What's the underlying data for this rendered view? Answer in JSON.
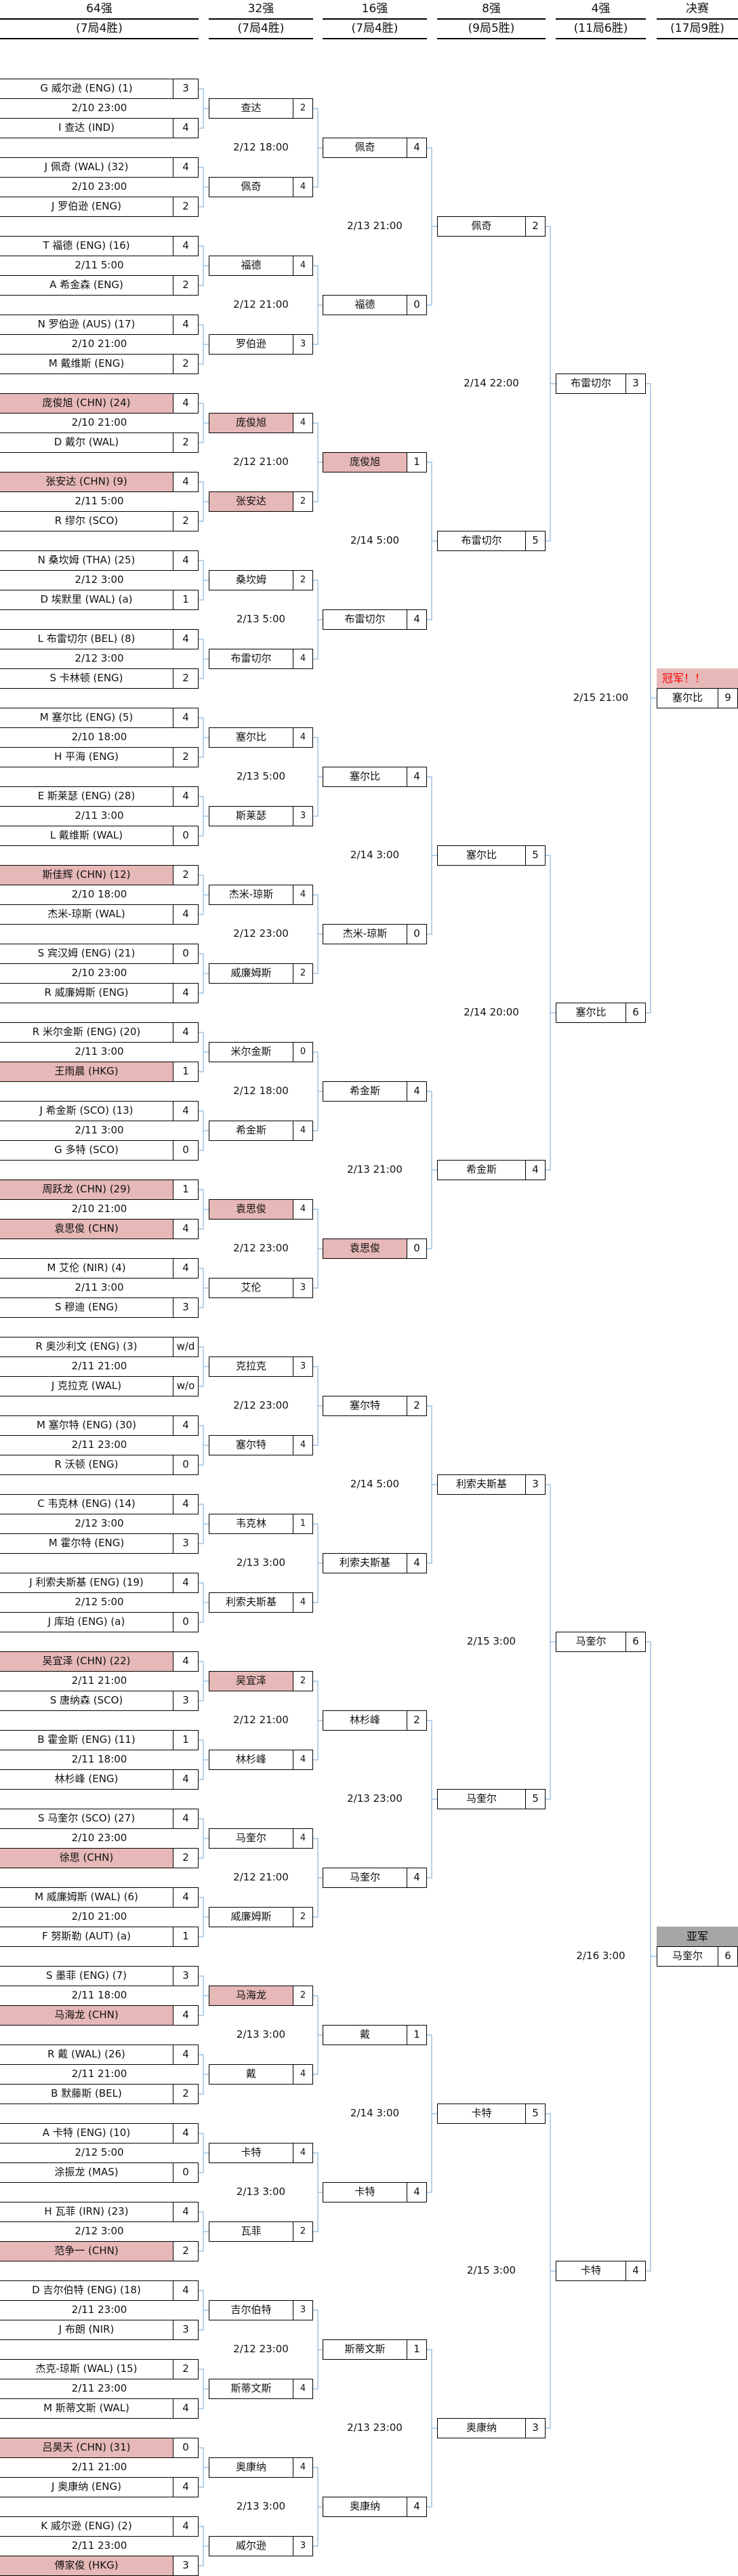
{
  "header": [
    {
      "round": "64强",
      "format": "(7局4胜)"
    },
    {
      "round": "32强",
      "format": "(7局4胜)"
    },
    {
      "round": "16强",
      "format": "(7局4胜)"
    },
    {
      "round": "8强",
      "format": "(9局5胜)"
    },
    {
      "round": "4强",
      "format": "(11局6胜)"
    },
    {
      "round": "决赛",
      "format": "(17局9胜)"
    }
  ],
  "colors": {
    "highlight": "#e6b8b7",
    "connector": "#9dc3e6",
    "champion_text": "#ff0000",
    "runner_up_bg": "#a6a6a6"
  },
  "round1": [
    {
      "p1": {
        "name": "G 威尔逊 (ENG) (1)",
        "score": "3"
      },
      "time": "2/10 23:00",
      "p2": {
        "name": "I 查达 (IND)",
        "score": "4"
      }
    },
    {
      "p1": {
        "name": "J 佩奇 (WAL) (32)",
        "score": "4"
      },
      "time": "2/10 23:00",
      "p2": {
        "name": "J 罗伯逊 (ENG)",
        "score": "2"
      }
    },
    {
      "p1": {
        "name": "T 福德 (ENG) (16)",
        "score": "4"
      },
      "time": "2/11 5:00",
      "p2": {
        "name": "A 希金森 (ENG)",
        "score": "2"
      }
    },
    {
      "p1": {
        "name": "N 罗伯逊 (AUS) (17)",
        "score": "4"
      },
      "time": "2/10 21:00",
      "p2": {
        "name": "M 戴维斯 (ENG)",
        "score": "2"
      }
    },
    {
      "p1": {
        "name": "庞俊旭 (CHN) (24)",
        "score": "4",
        "hl": true
      },
      "time": "2/10 21:00",
      "p2": {
        "name": "D 戴尔 (WAL)",
        "score": "2"
      }
    },
    {
      "p1": {
        "name": "张安达 (CHN) (9)",
        "score": "4",
        "hl": true
      },
      "time": "2/11 5:00",
      "p2": {
        "name": "R 缪尔 (SCO)",
        "score": "2"
      }
    },
    {
      "p1": {
        "name": "N 桑坎姆 (THA) (25)",
        "score": "4"
      },
      "time": "2/12 3:00",
      "p2": {
        "name": "D 埃默里 (WAL) (a)",
        "score": "1"
      }
    },
    {
      "p1": {
        "name": "L 布雷切尔 (BEL) (8)",
        "score": "4"
      },
      "time": "2/12 3:00",
      "p2": {
        "name": "S 卡林顿 (ENG)",
        "score": "2"
      }
    },
    {
      "p1": {
        "name": "M 塞尔比 (ENG) (5)",
        "score": "4"
      },
      "time": "2/10 18:00",
      "p2": {
        "name": "H 平海 (ENG)",
        "score": "2"
      }
    },
    {
      "p1": {
        "name": "E 斯莱瑟 (ENG) (28)",
        "score": "4"
      },
      "time": "2/11 3:00",
      "p2": {
        "name": "L 戴维斯 (WAL)",
        "score": "0"
      }
    },
    {
      "p1": {
        "name": "斯佳辉 (CHN) (12)",
        "score": "2",
        "hl": true
      },
      "time": "2/10 18:00",
      "p2": {
        "name": "杰米-琼斯 (WAL)",
        "score": "4"
      }
    },
    {
      "p1": {
        "name": "S 宾汉姆 (ENG) (21)",
        "score": "0"
      },
      "time": "2/10 23:00",
      "p2": {
        "name": "R 威廉姆斯 (ENG)",
        "score": "4"
      }
    },
    {
      "p1": {
        "name": "R 米尔金斯 (ENG) (20)",
        "score": "4"
      },
      "time": "2/11 3:00",
      "p2": {
        "name": "王雨晨 (HKG)",
        "score": "1",
        "hl": true
      }
    },
    {
      "p1": {
        "name": "J 希金斯 (SCO) (13)",
        "score": "4"
      },
      "time": "2/11 3:00",
      "p2": {
        "name": "G 多特 (SCO)",
        "score": "0"
      }
    },
    {
      "p1": {
        "name": "周跃龙 (CHN) (29)",
        "score": "1",
        "hl": true
      },
      "time": "2/10 21:00",
      "p2": {
        "name": "袁思俊 (CHN)",
        "score": "4",
        "hl": true
      }
    },
    {
      "p1": {
        "name": "M 艾伦 (NIR) (4)",
        "score": "4"
      },
      "time": "2/11 3:00",
      "p2": {
        "name": "S 穆迪 (ENG)",
        "score": "3"
      }
    },
    {
      "p1": {
        "name": "R 奥沙利文 (ENG) (3)",
        "score": "w/d"
      },
      "time": "2/11 21:00",
      "p2": {
        "name": "J 克拉克 (WAL)",
        "score": "w/o"
      }
    },
    {
      "p1": {
        "name": "M 塞尔特 (ENG) (30)",
        "score": "4"
      },
      "time": "2/11 23:00",
      "p2": {
        "name": "R 沃顿 (ENG)",
        "score": "0"
      }
    },
    {
      "p1": {
        "name": "C 韦克林 (ENG) (14)",
        "score": "4"
      },
      "time": "2/12 3:00",
      "p2": {
        "name": "M 霍尔特 (ENG)",
        "score": "3"
      }
    },
    {
      "p1": {
        "name": "J 利索夫斯基 (ENG) (19)",
        "score": "4"
      },
      "time": "2/12 5:00",
      "p2": {
        "name": "J 库珀 (ENG) (a)",
        "score": "0"
      }
    },
    {
      "p1": {
        "name": "吴宜泽 (CHN) (22)",
        "score": "4",
        "hl": true
      },
      "time": "2/11 21:00",
      "p2": {
        "name": "S 唐纳森 (SCO)",
        "score": "3"
      }
    },
    {
      "p1": {
        "name": "B 霍金斯 (ENG) (11)",
        "score": "1"
      },
      "time": "2/11 18:00",
      "p2": {
        "name": "林杉峰 (ENG)",
        "score": "4"
      }
    },
    {
      "p1": {
        "name": "S 马奎尔 (SCO) (27)",
        "score": "4"
      },
      "time": "2/10 23:00",
      "p2": {
        "name": "徐思 (CHN)",
        "score": "2",
        "hl": true
      }
    },
    {
      "p1": {
        "name": "M 威廉姆斯 (WAL) (6)",
        "score": "4"
      },
      "time": "2/10 21:00",
      "p2": {
        "name": "F 努斯勒 (AUT) (a)",
        "score": "1"
      }
    },
    {
      "p1": {
        "name": "S 墨菲 (ENG) (7)",
        "score": "3"
      },
      "time": "2/11 18:00",
      "p2": {
        "name": "马海龙 (CHN)",
        "score": "4",
        "hl": true
      }
    },
    {
      "p1": {
        "name": "R 戴 (WAL) (26)",
        "score": "4"
      },
      "time": "2/11 21:00",
      "p2": {
        "name": "B 默藤斯 (BEL)",
        "score": "2"
      }
    },
    {
      "p1": {
        "name": "A 卡特 (ENG) (10)",
        "score": "4"
      },
      "time": "2/12 5:00",
      "p2": {
        "name": "涂振龙 (MAS)",
        "score": "0"
      }
    },
    {
      "p1": {
        "name": "H 瓦菲 (IRN) (23)",
        "score": "4"
      },
      "time": "2/12 3:00",
      "p2": {
        "name": "范争一 (CHN)",
        "score": "2",
        "hl": true
      }
    },
    {
      "p1": {
        "name": "D 吉尔伯特 (ENG) (18)",
        "score": "4"
      },
      "time": "2/11 23:00",
      "p2": {
        "name": "J 布朗 (NIR)",
        "score": "3"
      }
    },
    {
      "p1": {
        "name": "杰克-琼斯 (WAL) (15)",
        "score": "2"
      },
      "time": "2/11 23:00",
      "p2": {
        "name": "M 斯蒂文斯 (WAL)",
        "score": "4"
      }
    },
    {
      "p1": {
        "name": "吕昊天 (CHN) (31)",
        "score": "0",
        "hl": true
      },
      "time": "2/11 21:00",
      "p2": {
        "name": "J 奥康纳 (ENG)",
        "score": "4"
      }
    },
    {
      "p1": {
        "name": "K 威尔逊 (ENG) (2)",
        "score": "4"
      },
      "time": "2/11 23:00",
      "p2": {
        "name": "傅家俊 (HKG)",
        "score": "3",
        "hl": true
      }
    }
  ],
  "round2": {
    "boxes": [
      {
        "name": "查达",
        "score": "2"
      },
      {
        "name": "佩奇",
        "score": "4"
      },
      {
        "name": "福德",
        "score": "4"
      },
      {
        "name": "罗伯逊",
        "score": "3"
      },
      {
        "name": "庞俊旭",
        "score": "4",
        "hl": true
      },
      {
        "name": "张安达",
        "score": "2",
        "hl": true
      },
      {
        "name": "桑坎姆",
        "score": "2"
      },
      {
        "name": "布雷切尔",
        "score": "4"
      },
      {
        "name": "塞尔比",
        "score": "4"
      },
      {
        "name": "斯莱瑟",
        "score": "3"
      },
      {
        "name": "杰米-琼斯",
        "score": "4"
      },
      {
        "name": "威廉姆斯",
        "score": "2"
      },
      {
        "name": "米尔金斯",
        "score": "0"
      },
      {
        "name": "希金斯",
        "score": "4"
      },
      {
        "name": "袁思俊",
        "score": "4",
        "hl": true
      },
      {
        "name": "艾伦",
        "score": "3"
      },
      {
        "name": "克拉克",
        "score": "3"
      },
      {
        "name": "塞尔特",
        "score": "4"
      },
      {
        "name": "韦克林",
        "score": "1"
      },
      {
        "name": "利索夫斯基",
        "score": "4"
      },
      {
        "name": "吴宜泽",
        "score": "2",
        "hl": true
      },
      {
        "name": "林杉峰",
        "score": "4"
      },
      {
        "name": "马奎尔",
        "score": "4"
      },
      {
        "name": "威廉姆斯",
        "score": "2"
      },
      {
        "name": "马海龙",
        "score": "2",
        "hl": true
      },
      {
        "name": "戴",
        "score": "4"
      },
      {
        "name": "卡特",
        "score": "4"
      },
      {
        "name": "瓦菲",
        "score": "2"
      },
      {
        "name": "吉尔伯特",
        "score": "3"
      },
      {
        "name": "斯蒂文斯",
        "score": "4"
      },
      {
        "name": "奥康纳",
        "score": "4"
      },
      {
        "name": "威尔逊",
        "score": "3"
      }
    ],
    "times": [
      "2/12 18:00",
      "2/12 21:00",
      "2/12 21:00",
      "2/13 5:00",
      "2/13 5:00",
      "2/12 23:00",
      "2/12 18:00",
      "2/12 23:00",
      "2/12 23:00",
      "2/13 3:00",
      "2/12 21:00",
      "2/12 21:00",
      "2/13 3:00",
      "2/13 3:00",
      "2/12 23:00",
      "2/13 3:00"
    ]
  },
  "round3": {
    "boxes": [
      {
        "name": "佩奇",
        "score": "4"
      },
      {
        "name": "福德",
        "score": "0"
      },
      {
        "name": "庞俊旭",
        "score": "1",
        "hl": true
      },
      {
        "name": "布雷切尔",
        "score": "4"
      },
      {
        "name": "塞尔比",
        "score": "4"
      },
      {
        "name": "杰米-琼斯",
        "score": "0"
      },
      {
        "name": "希金斯",
        "score": "4"
      },
      {
        "name": "袁思俊",
        "score": "0",
        "hl": true
      },
      {
        "name": "塞尔特",
        "score": "2"
      },
      {
        "name": "利索夫斯基",
        "score": "4"
      },
      {
        "name": "林杉峰",
        "score": "2"
      },
      {
        "name": "马奎尔",
        "score": "4"
      },
      {
        "name": "戴",
        "score": "1"
      },
      {
        "name": "卡特",
        "score": "4"
      },
      {
        "name": "斯蒂文斯",
        "score": "1"
      },
      {
        "name": "奥康纳",
        "score": "4"
      }
    ],
    "times": [
      "2/13 21:00",
      "2/14 5:00",
      "2/14 3:00",
      "2/13 21:00",
      "2/14 5:00",
      "2/13 23:00",
      "2/14 3:00",
      "2/13 23:00"
    ]
  },
  "round4": {
    "boxes": [
      {
        "name": "佩奇",
        "score": "2"
      },
      {
        "name": "布雷切尔",
        "score": "5"
      },
      {
        "name": "塞尔比",
        "score": "5"
      },
      {
        "name": "希金斯",
        "score": "4"
      },
      {
        "name": "利索夫斯基",
        "score": "3"
      },
      {
        "name": "马奎尔",
        "score": "5"
      },
      {
        "name": "卡特",
        "score": "5"
      },
      {
        "name": "奥康纳",
        "score": "3"
      }
    ],
    "times": [
      "2/14 22:00",
      "2/14 20:00",
      "2/15 3:00",
      "2/15 3:00"
    ]
  },
  "round5": {
    "boxes": [
      {
        "name": "布雷切尔",
        "score": "3"
      },
      {
        "name": "塞尔比",
        "score": "6"
      },
      {
        "name": "马奎尔",
        "score": "6"
      },
      {
        "name": "卡特",
        "score": "4"
      }
    ],
    "times": [
      "2/15 21:00",
      "2/16 3:00"
    ]
  },
  "final": {
    "champion_label": "冠军！！",
    "runner_up_label": "亚军",
    "boxes": [
      {
        "name": "塞尔比",
        "score": "9"
      },
      {
        "name": "马奎尔",
        "score": "6"
      }
    ]
  }
}
